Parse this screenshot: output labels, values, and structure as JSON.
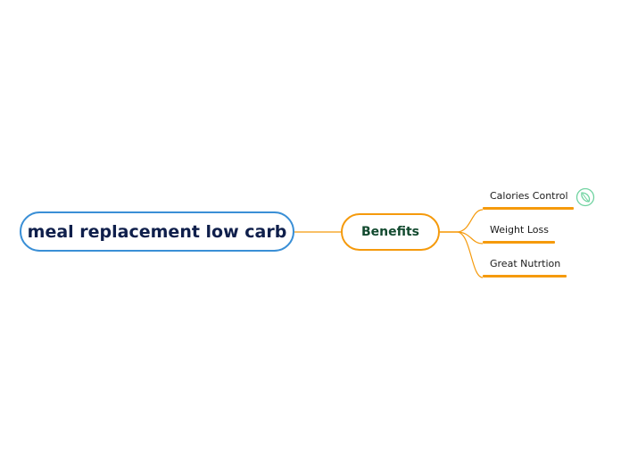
{
  "mindmap": {
    "root": {
      "label": "meal replacement low carb",
      "border_color": "#3a8fd6",
      "text_color": "#0f1f4b"
    },
    "main_topic": {
      "label": "Benefits",
      "border_color": "#f59a0c",
      "text_color": "#124a2f"
    },
    "subtopics": [
      {
        "label": "Calories Control",
        "icon": "leaf-icon",
        "icon_color": "#6fd3a0"
      },
      {
        "label": "Weight Loss"
      },
      {
        "label": "Great Nutrtion"
      }
    ],
    "connector_color": "#f59a0c"
  }
}
